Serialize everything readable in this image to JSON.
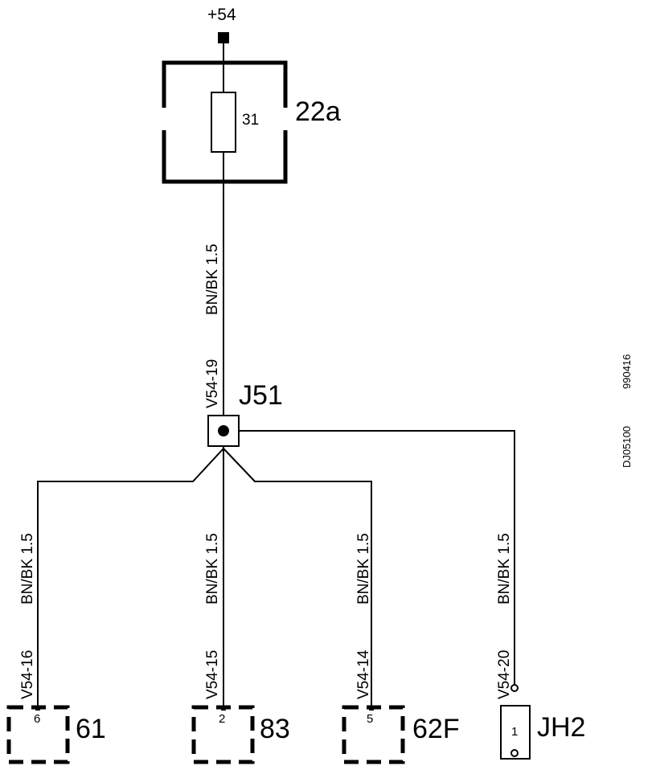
{
  "supply": {
    "label": "+54"
  },
  "fuse_box": {
    "label": "22a",
    "fuse_number": "31"
  },
  "main_wire": {
    "color_size": "BN/BK   1.5",
    "pin_ref": "V54-19"
  },
  "splice": {
    "label": "J51"
  },
  "branches": [
    {
      "color_size": "BN/BK 1.5",
      "pin_ref": "V54-16",
      "pin": "6",
      "connector": "61"
    },
    {
      "color_size": "BN/BK  1.5",
      "pin_ref": "V54-15",
      "pin": "2",
      "connector": "83"
    },
    {
      "color_size": "BN/BK  1.5",
      "pin_ref": "V54-14",
      "pin": "5",
      "connector": "62F"
    },
    {
      "color_size": "BN/BK  1.5",
      "pin_ref": "V54-20",
      "pin": "1",
      "connector": "JH2"
    }
  ],
  "side_label": {
    "code": "DJ05100",
    "date": "990416"
  }
}
